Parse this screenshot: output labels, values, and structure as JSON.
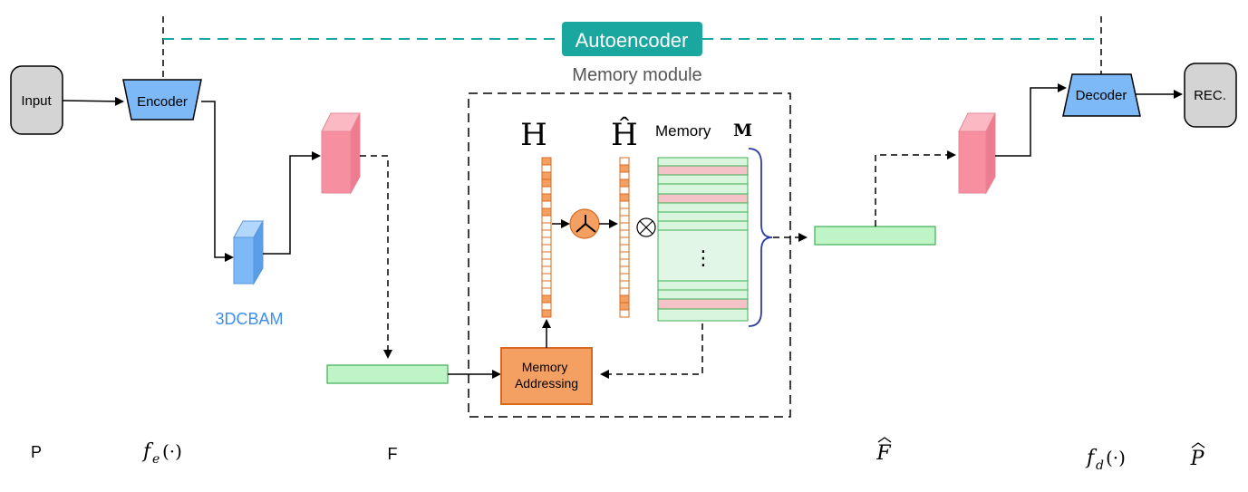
{
  "title": "Autoencoder",
  "memory_module_label": "Memory module",
  "nodes": {
    "input": "Input",
    "encoder": "Encoder",
    "attention": "3DCBAM",
    "memory_addressing": "Memory Addressing",
    "memory_label": "Memory",
    "memory_symbol": "M",
    "h_symbol": "H",
    "h_hat_symbol": "Ĥ",
    "decoder": "Decoder",
    "rec": "REC.",
    "ellipsis": "⋮"
  },
  "bottom_labels": {
    "p": "P",
    "fe": "f",
    "fe_sub": "e",
    "fe_arg": "(·)",
    "f": "F",
    "f_hat": "F",
    "fd": "f",
    "fd_sub": "d",
    "fd_arg": "(·)",
    "p_hat": "P"
  },
  "colors": {
    "teal": "#1aa7a0",
    "blue": "#7db9f7",
    "pink": "#f690a0",
    "green": "#bff5c6",
    "orange": "#f5a063",
    "gray": "#d4d4d4",
    "label_blue": "#3d8ef0"
  }
}
